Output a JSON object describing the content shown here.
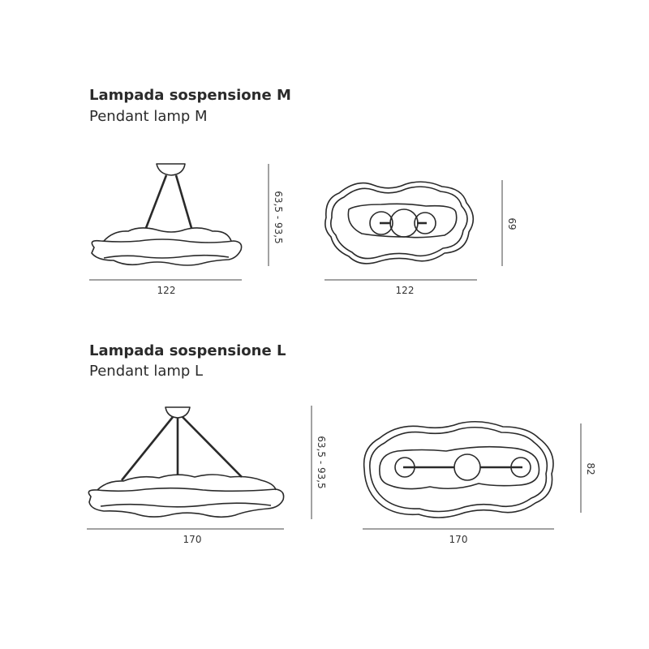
{
  "sections": [
    {
      "title": "Lampada sospensione M",
      "subtitle": "Pendant lamp M",
      "side_view": {
        "height_label": "63,5 - 93,5",
        "width_label": "122"
      },
      "top_view": {
        "depth_label": "69",
        "width_label": "122"
      }
    },
    {
      "title": "Lampada sospensione L",
      "subtitle": "Pendant lamp L",
      "side_view": {
        "height_label": "63,5 - 93,5",
        "width_label": "170"
      },
      "top_view": {
        "depth_label": "82",
        "width_label": "170"
      }
    }
  ]
}
